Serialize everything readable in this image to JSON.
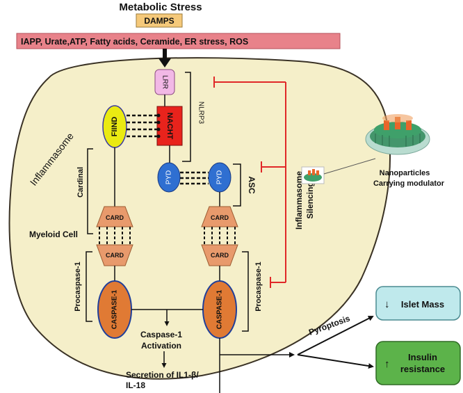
{
  "header": {
    "title": "Metabolic Stress",
    "damps_label": "DAMPS",
    "triggers": "IAPP, Urate,ATP, Fatty acids, Ceramide, ER stress, ROS"
  },
  "cell": {
    "inflammasome_label": "Inflammasome",
    "myeloid_label": "Myeloid Cell"
  },
  "nlrp3": {
    "lrr": "LRR",
    "nacht": "NACHT",
    "fiind": "FIIND",
    "bracket_label": "NLRP3"
  },
  "asc": {
    "pyd_left": "PYD",
    "pyd_right": "PYD",
    "bracket_label": "ASC"
  },
  "cardinal": {
    "bracket_label": "Cardinal",
    "card_top_left": "CARD",
    "card_bottom_left": "CARD",
    "card_top_right": "CARD",
    "card_bottom_right": "CARD"
  },
  "procaspase": {
    "left_label": "Procaspase-1",
    "right_label": "Procaspase-1",
    "caspase_left": "CASPASE-1",
    "caspase_right": "CASPASE-1"
  },
  "activation": {
    "line1": "Caspase-1",
    "line2": "Activation"
  },
  "secretion": {
    "line1": "Secretion of IL1-β/",
    "line2": "IL-18"
  },
  "silencing": {
    "line1": "Inflammasome",
    "line2": "Silencing"
  },
  "nanoparticles": {
    "line1": "Nanoparticles",
    "line2": "Carrying modulator"
  },
  "outcomes": {
    "pyroptosis": "Pyroptosis",
    "islet_mass": "Islet Mass",
    "islet_arrow": "↓",
    "insulin_line1": "Insulin",
    "insulin_line2": "resistance",
    "insulin_arrow": "↑"
  },
  "colors": {
    "cell_fill": "#f5efc9",
    "cell_stroke": "#3a3225",
    "trigger_bar": "#e8828a",
    "damps_box": "#f5c97a",
    "lrr": "#f2b8e6",
    "nacht": "#e8231c",
    "fiind": "#eaea12",
    "pyd": "#2f6fd1",
    "card": "#e89a6c",
    "caspase": "#e07a34",
    "inhibitor_red": "#e02828",
    "islet_box": "#bfe9ec",
    "insulin_box": "#5cb34a"
  }
}
